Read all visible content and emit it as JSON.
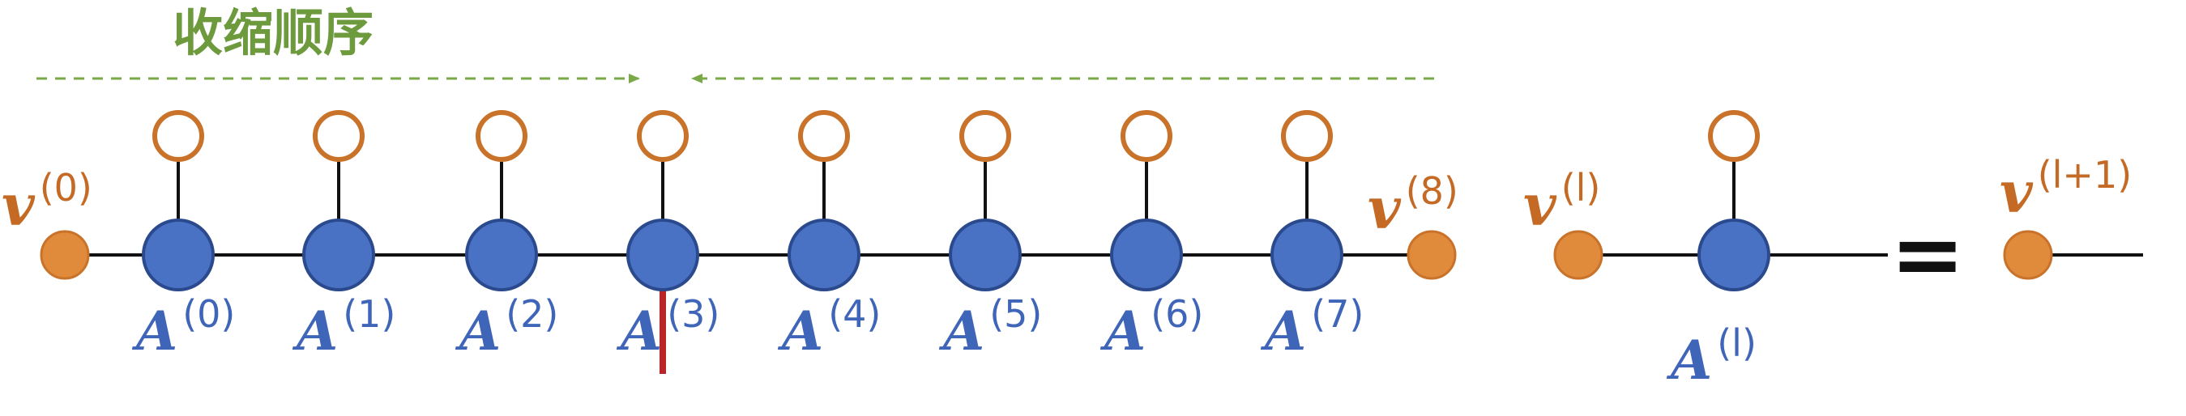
{
  "title": "收缩顺序",
  "colors": {
    "arrow": "#7aaa48",
    "title": "#6e9a3e",
    "node_fill": "#4a72c4",
    "node_stroke": "#2b4a8e",
    "vector_fill": "#e08a3c",
    "vector_stroke": "#c9722a",
    "label_blue": "#3f65b8",
    "label_orange": "#c46a24",
    "red_leg": "#b8262a",
    "line": "#111111"
  },
  "chain": {
    "left_vector": {
      "base": "v",
      "sup": "(0)"
    },
    "right_vector": {
      "base": "v",
      "sup": "(8)"
    },
    "tensors": [
      {
        "base": "A",
        "sup": "(0)"
      },
      {
        "base": "A",
        "sup": "(1)"
      },
      {
        "base": "A",
        "sup": "(2)"
      },
      {
        "base": "A",
        "sup": "(3)",
        "open_leg": true
      },
      {
        "base": "A",
        "sup": "(4)"
      },
      {
        "base": "A",
        "sup": "(5)"
      },
      {
        "base": "A",
        "sup": "(6)"
      },
      {
        "base": "A",
        "sup": "(7)"
      }
    ]
  },
  "equation": {
    "lhs_vector": {
      "base": "v",
      "sup": "(l)"
    },
    "lhs_tensor": {
      "base": "A",
      "sup": "(l)"
    },
    "equals": "=",
    "rhs_vector": {
      "base": "v",
      "sup": "(l+1)"
    }
  }
}
